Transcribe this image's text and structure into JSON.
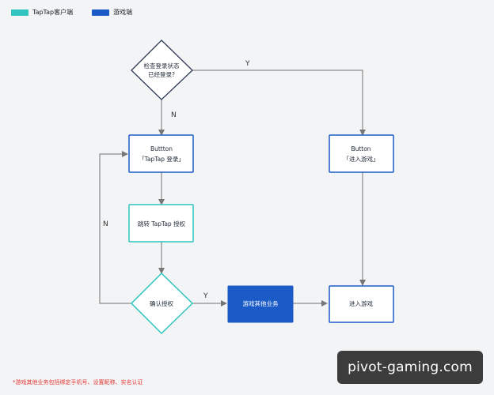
{
  "legend": {
    "client_label": "TapTap客户端",
    "client_color": "#2fc4c0",
    "game_label": "游戏端",
    "game_color": "#1b5bc7"
  },
  "nodes": {
    "check_login_line1": "检查登录状态",
    "check_login_line2": "已经登录?",
    "taptap_button_line1": "Buttton",
    "taptap_button_line2": "「TapTap 登录」",
    "enter_button_line1": "Button",
    "enter_button_line2": "「进入游戏」",
    "jump_authorize": "跳转 TapTap 授权",
    "confirm_authorize": "确认授权",
    "game_other_business": "游戏其他业务",
    "enter_game": "进入游戏"
  },
  "edges": {
    "yes_label": "Y",
    "no_label": "N"
  },
  "footnote": "*游戏其他业务包括绑定手机号、设置昵称、实名认证",
  "watermark": "pivot-gaming.com"
}
